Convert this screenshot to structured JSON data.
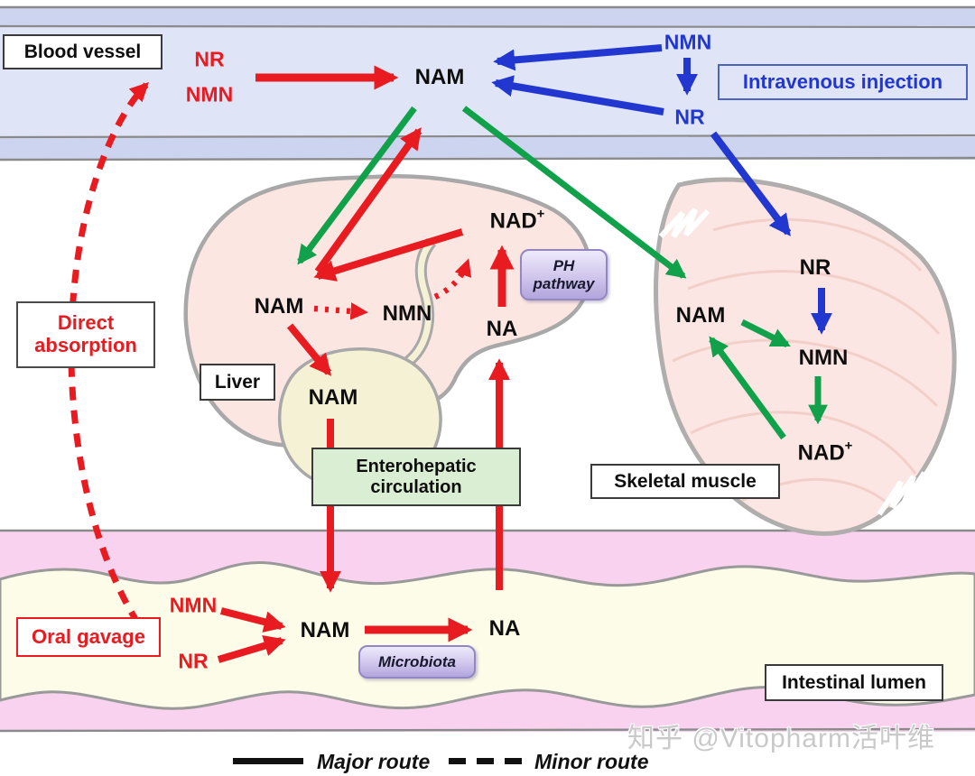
{
  "blood_vessel": {
    "label": "Blood vessel",
    "nr": "NR",
    "nmn": "NMN",
    "nam": "NAM",
    "iv_nmn": "NMN",
    "iv_nr": "NR",
    "iv_label": "Intravenous injection"
  },
  "liver": {
    "label": "Liver",
    "nam": "NAM",
    "nmn": "NMN",
    "nad_base": "NAD",
    "nad_sup": "+",
    "na": "NA",
    "gallbladder_nam": "NAM",
    "ph_pathway": "PH pathway"
  },
  "muscle": {
    "label": "Skeletal muscle",
    "nr": "NR",
    "nmn": "NMN",
    "nam": "NAM",
    "nad_base": "NAD",
    "nad_sup": "+"
  },
  "intestine": {
    "label": "Intestinal lumen",
    "oral_gavage": "Oral gavage",
    "nmn": "NMN",
    "nr": "NR",
    "nam": "NAM",
    "na": "NA",
    "microbiota": "Microbiota",
    "enterohepatic": "Enterohepatic circulation"
  },
  "left_annotations": {
    "direct_absorption": "Direct absorption"
  },
  "legend": {
    "major": "Major route",
    "minor": "Minor route"
  },
  "watermark": "知乎 @Vitopharm活叶维",
  "colors": {
    "major_red": "#e81b20",
    "salvage_green": "#12a14b",
    "iv_blue": "#2137d0",
    "vessel_wall": "#cdd4ef",
    "vessel_lumen": "#dfe5f7",
    "liver_fill": "#fce6e2",
    "muscle_fill": "#fbe6e3",
    "gallbladder_fill": "#f5f1d5",
    "intestine_wall": "#f8d2ee",
    "intestine_lumen": "#fcfce9",
    "enterohepatic_box": "#daeed4",
    "pathway_box_purple": "#c4b8e6"
  }
}
